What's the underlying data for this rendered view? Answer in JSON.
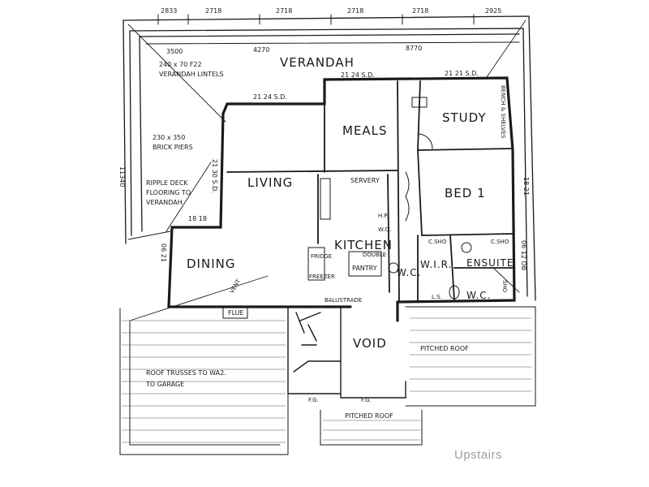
{
  "watermark": "Upstairs",
  "dimensions": {
    "top": [
      "2833",
      "2718",
      "2718",
      "2718",
      "2718",
      "2925"
    ],
    "second": [
      "3500",
      "4270",
      "8770"
    ],
    "left_side": "11340",
    "right_side": "18 21",
    "s1": "21 24 S.D.",
    "s2": "21 21 S.D.",
    "s3": "21 24 S.D.",
    "s4": "18 18",
    "s5": "18 21",
    "s6": "21 30 S.D.",
    "s7": "06 21",
    "s8": "06 12 OB"
  },
  "rooms": {
    "verandah": "VERANDAH",
    "meals": "MEALS",
    "study": "STUDY",
    "living": "LIVING",
    "bed1": "BED 1",
    "dining": "DINING",
    "kitchen": "KITCHEN",
    "void": "VOID",
    "wc1": "W.C.",
    "wir": "W.I.R.",
    "ensuite": "ENSUITE",
    "wc2": "W.C."
  },
  "notes": {
    "lintels_1": "240 x 70 F22",
    "lintels_2": "VERANDAH LINTELS",
    "piers_1": "230 x 350",
    "piers_2": "BRICK PIERS",
    "deck_1": "RIPPLE DECK",
    "deck_2": "FLOORING TO",
    "deck_3": "VERANDAH",
    "bench": "BENCH & SHELVES",
    "servery": "SERVERY",
    "pantry": "PANTRY",
    "dbl_pantry": "DOUBLE",
    "fridge": "FRIDGE",
    "freezer": "FREEZER",
    "flue": "FLUE",
    "vent": "VENT",
    "balustrade": "BALUSTRADE",
    "pitched_roof": "PITCHED ROOF",
    "pitched_roof2": "PITCHED ROOF",
    "trusses_1": "ROOF TRUSSES TO WA2.",
    "trusses_2": "TO GARAGE",
    "fg1": "F.G.",
    "fg2": "F.G.",
    "ls": "L.S.",
    "sho": "SHO",
    "c_sho1": "C.SHO",
    "c_sho2": "C.SHO",
    "wo": "W.O.",
    "hp": "H.P."
  }
}
